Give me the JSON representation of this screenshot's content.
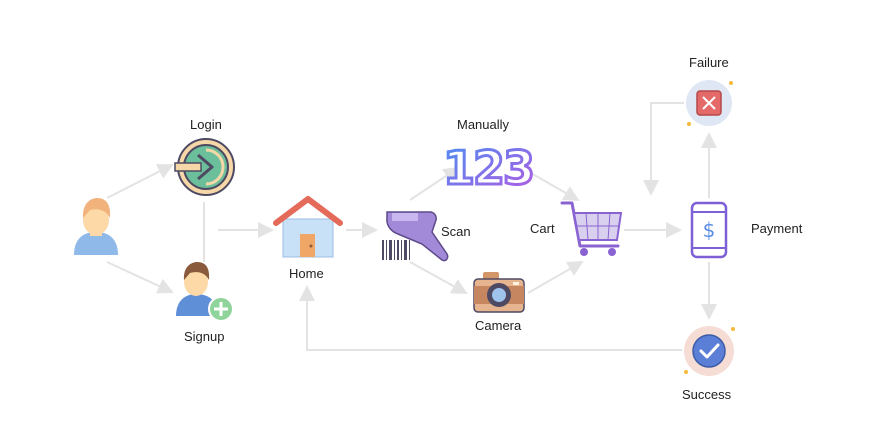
{
  "nodes": {
    "user": {
      "label": "",
      "icon": "user-icon"
    },
    "login": {
      "label": "Login",
      "icon": "login-icon"
    },
    "signup": {
      "label": "Signup",
      "icon": "signup-icon"
    },
    "home": {
      "label": "Home",
      "icon": "house-icon"
    },
    "scan": {
      "label": "Scan",
      "icon": "barcode-scanner-icon"
    },
    "manually": {
      "label": "Manually",
      "icon": "number-123-icon"
    },
    "camera": {
      "label": "Camera",
      "icon": "camera-icon"
    },
    "cart": {
      "label": "Cart",
      "icon": "shopping-cart-icon"
    },
    "payment": {
      "label": "Payment",
      "icon": "phone-payment-icon"
    },
    "failure": {
      "label": "Failure",
      "icon": "failure-icon"
    },
    "success": {
      "label": "Success",
      "icon": "success-icon"
    }
  },
  "colors": {
    "arrow": "#e3e3e3",
    "skin": "#fcd9a6",
    "shirt": "#8fb9e8",
    "hair_light": "#f2b27c",
    "hair_dark": "#8a5a3c",
    "roof": "#e46a5a",
    "wall": "#c9e1f7",
    "door": "#f0a667",
    "purple": "#8a63d2",
    "camera_body": "#e6b58f",
    "failure_red": "#e46a6a",
    "success_blue": "#5b7fd6"
  }
}
